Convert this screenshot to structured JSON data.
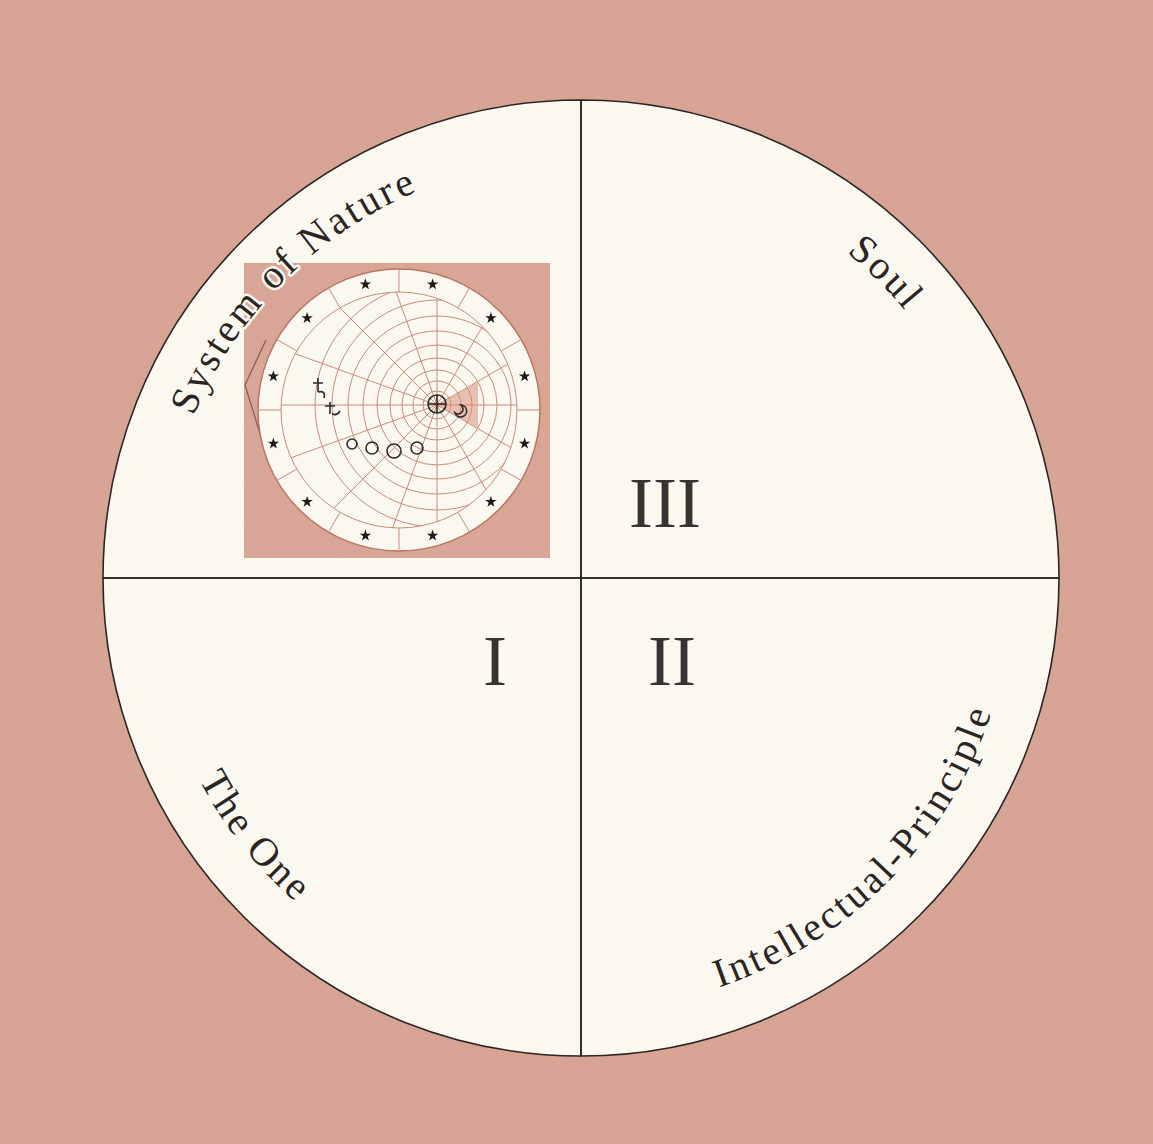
{
  "diagram": {
    "nodes": [
      {
        "text": [
          "System of Nature"
        ]
      },
      {
        "text": [
          "Soul",
          "III"
        ]
      },
      {
        "text": [
          "The One",
          "I"
        ]
      },
      {
        "text": [
          "Intellectual-Principle",
          "II"
        ]
      }
    ]
  }
}
